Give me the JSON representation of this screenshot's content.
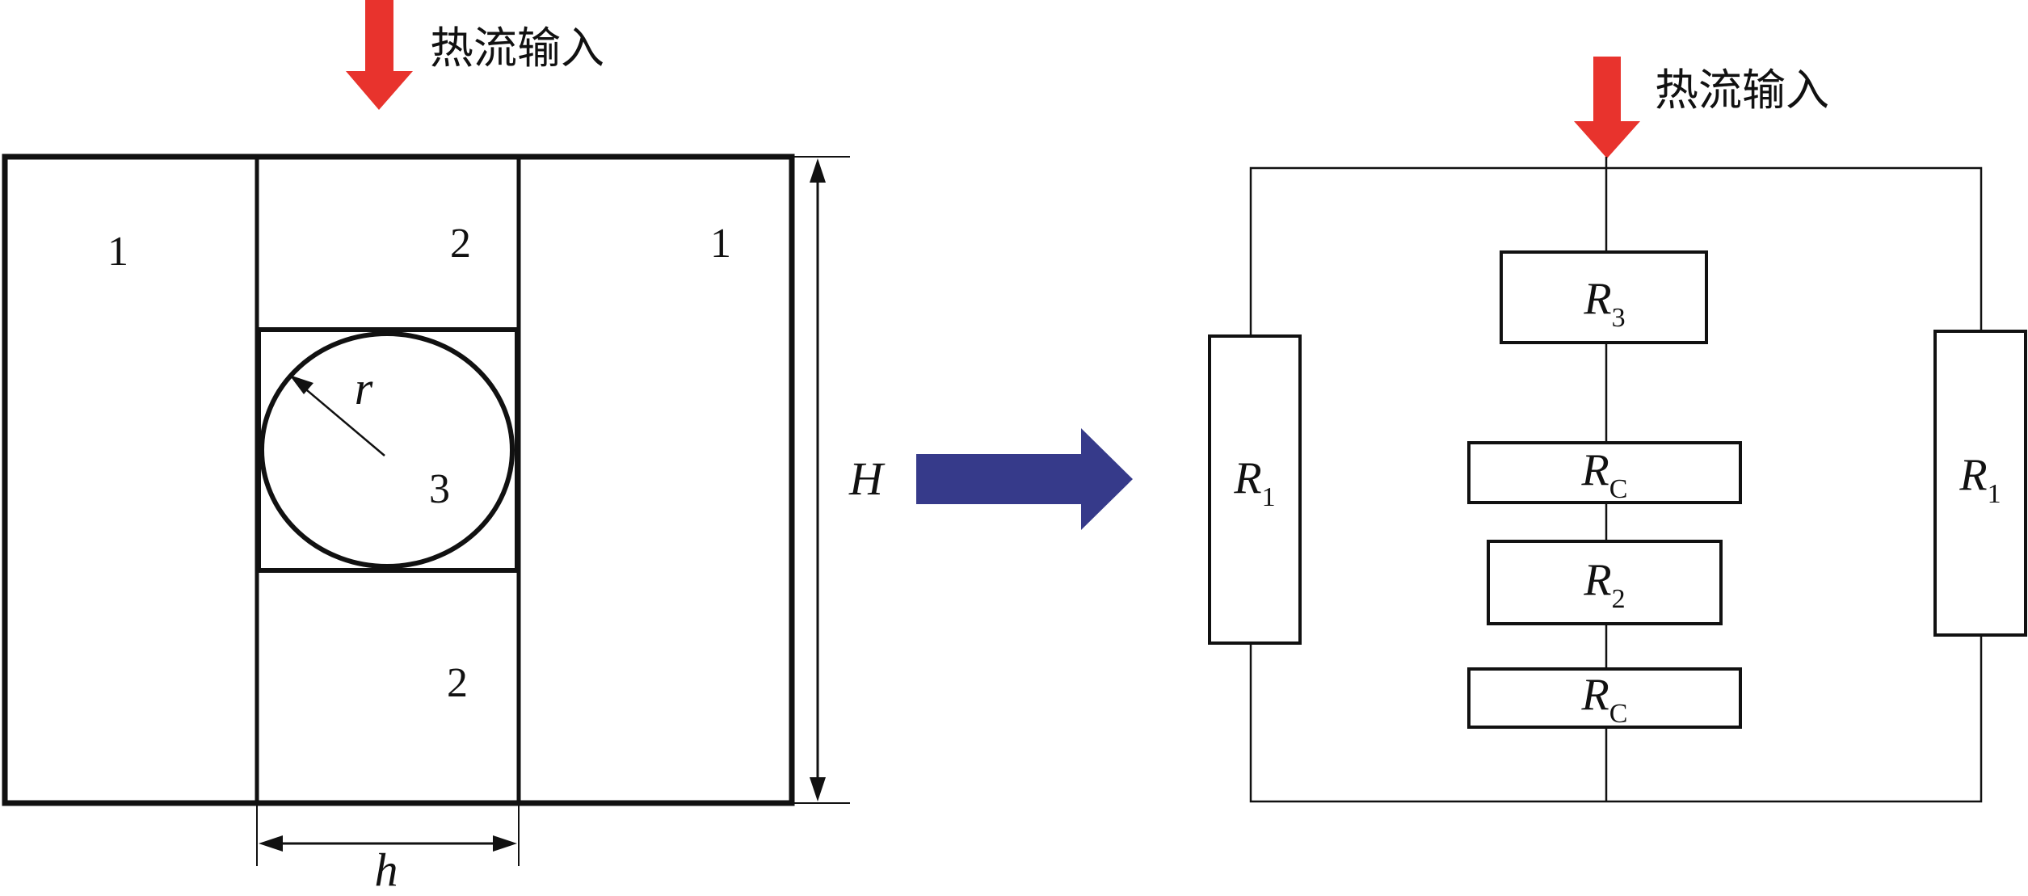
{
  "left_diagram": {
    "heat_label": "热流输入",
    "region_labels": [
      "1",
      "2",
      "1",
      "3",
      "2"
    ],
    "radius_label": "r",
    "height_label": "H",
    "width_label": "h"
  },
  "right_diagram": {
    "heat_label": "热流输入",
    "resistors": {
      "r3": {
        "main": "R",
        "sub": "3"
      },
      "rc_top": {
        "main": "R",
        "sub": "C"
      },
      "r2": {
        "main": "R",
        "sub": "2"
      },
      "rc_bottom": {
        "main": "R",
        "sub": "C"
      },
      "r1_left": {
        "main": "R",
        "sub": "1"
      },
      "r1_right": {
        "main": "R",
        "sub": "1"
      }
    }
  },
  "colors": {
    "heat_arrow": "#e8332d",
    "transform_arrow": "#363a8a",
    "line": "#111111"
  }
}
